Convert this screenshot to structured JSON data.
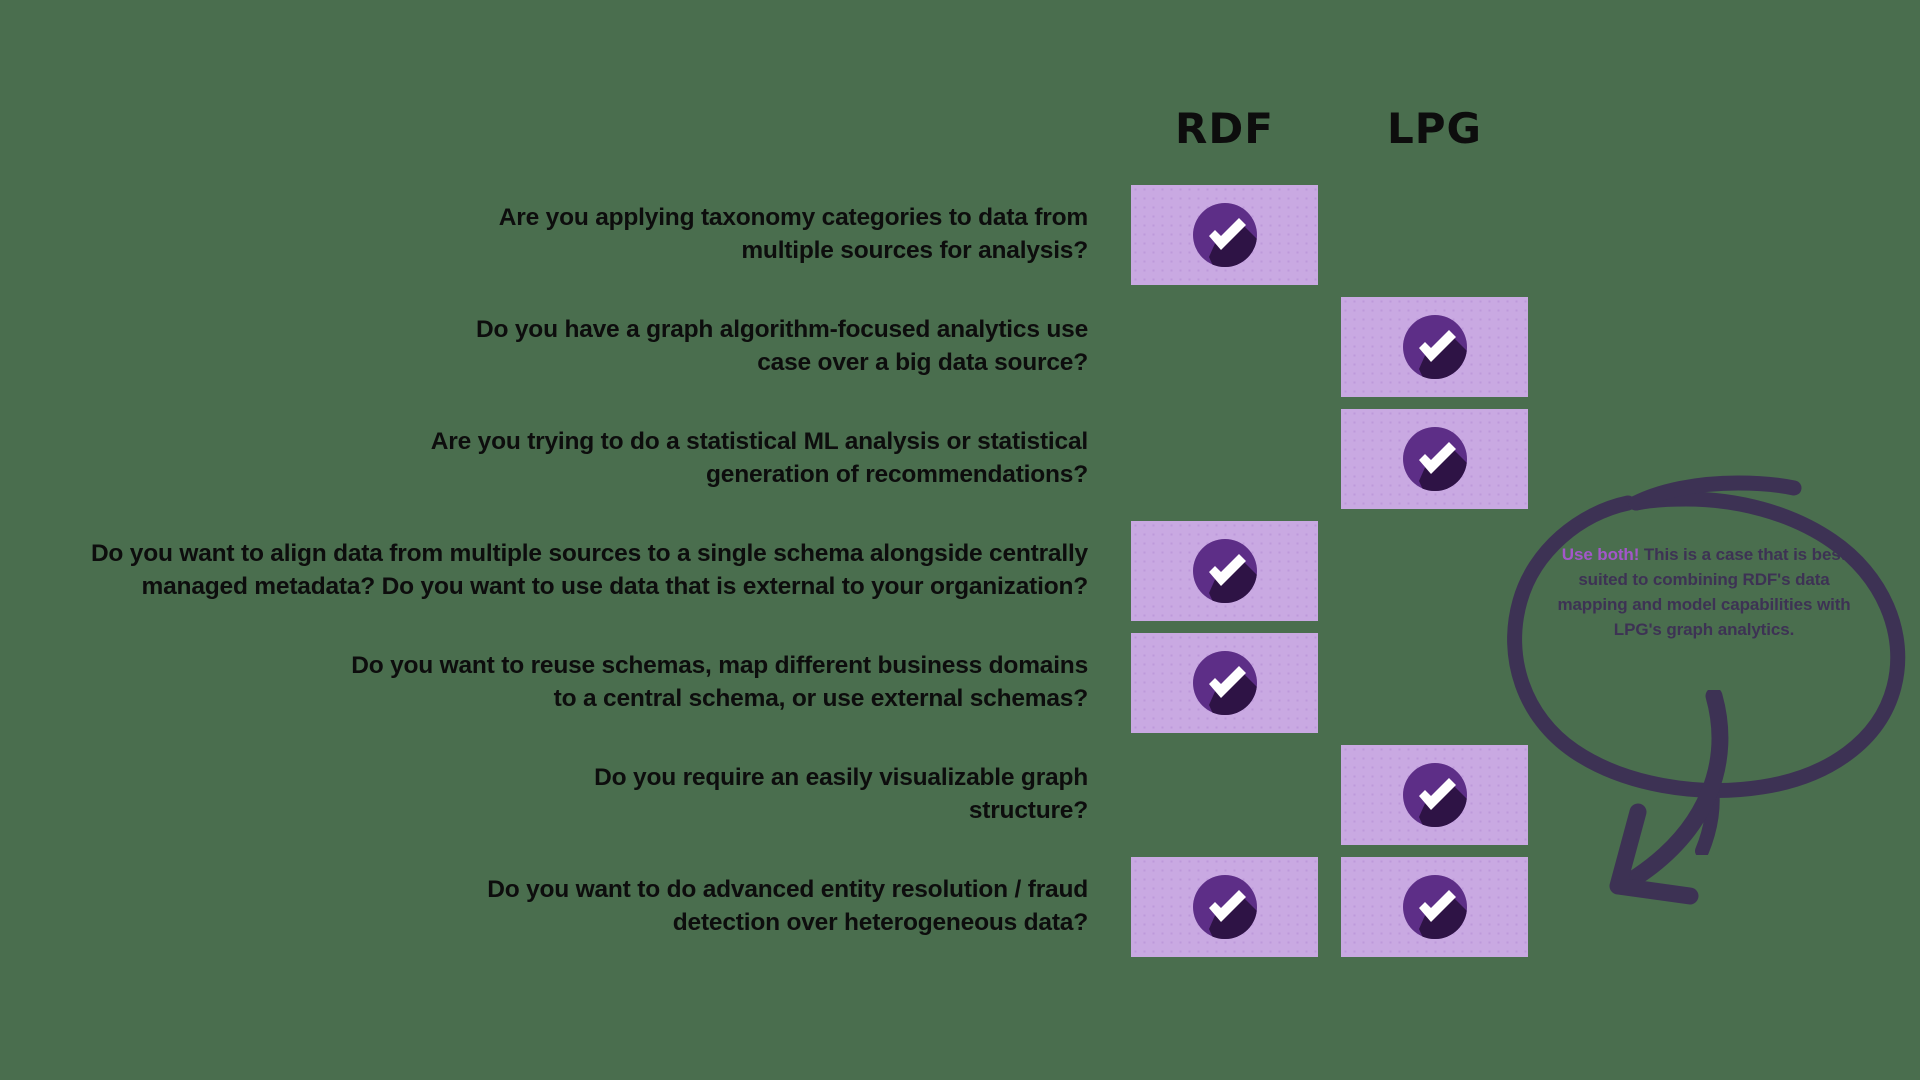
{
  "meta": {
    "background_color": "#4a6e4e",
    "cell_color": "#c9a9e2",
    "check_circle_color": "#5d2e87",
    "check_shadow_color": "#2e1345",
    "check_mark_color": "#ffffff",
    "annotation_stroke_color": "#3d3254",
    "annotation_accent_color": "#a357c9",
    "text_color": "#0d0d0d"
  },
  "columns": [
    {
      "id": "rdf",
      "label": "RDF"
    },
    {
      "id": "lpg",
      "label": "LPG"
    }
  ],
  "rows": [
    {
      "lines": [
        "Are you applying taxonomy categories to data from",
        "multiple sources for analysis?"
      ],
      "rdf": true,
      "lpg": false
    },
    {
      "lines": [
        "Do you have a graph algorithm-focused analytics use",
        "case over a big data source?"
      ],
      "rdf": false,
      "lpg": true
    },
    {
      "lines": [
        "Are you trying to do a statistical ML analysis or statistical",
        "generation of recommendations?"
      ],
      "rdf": false,
      "lpg": true
    },
    {
      "lines": [
        "Do you want to align data from multiple sources to a single schema alongside centrally",
        "managed metadata? Do you want to use data that is external to your organization?"
      ],
      "rdf": true,
      "lpg": false
    },
    {
      "lines": [
        "Do you want to reuse schemas, map different business domains",
        "to a central schema, or use external schemas?"
      ],
      "rdf": true,
      "lpg": false
    },
    {
      "lines": [
        "Do you require an easily visualizable graph",
        "structure?"
      ],
      "rdf": false,
      "lpg": true
    },
    {
      "lines": [
        "Do you want to do advanced entity resolution / fraud",
        "detection over heterogeneous data?"
      ],
      "rdf": true,
      "lpg": true
    }
  ],
  "annotation": {
    "lead": "Use both!",
    "body": " This is a case that is best suited to combining RDF's data mapping and model capabilities with LPG's graph analytics.",
    "full_text": "Use both! This is a case that is best suited to combining RDF's data mapping and model capabilities with LPG's graph analytics.",
    "points_to_row_index": 6
  },
  "icons": {
    "check": "check-circle-icon",
    "arrow": "curved-arrow-icon",
    "bubble": "speech-bubble-icon"
  }
}
